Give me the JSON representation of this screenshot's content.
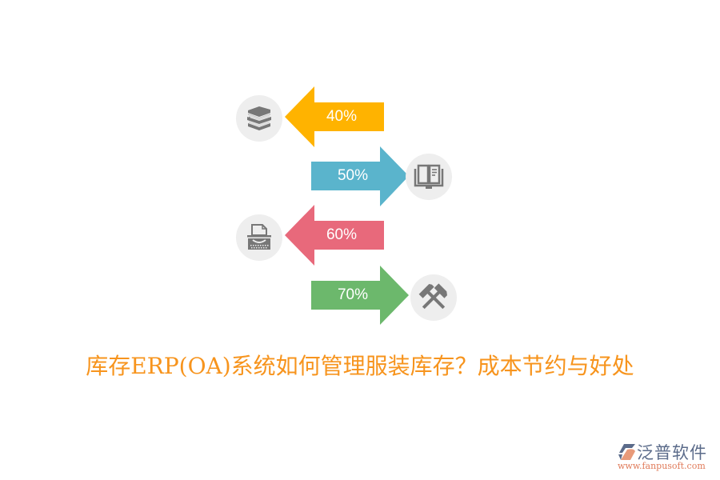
{
  "diagram": {
    "items": [
      {
        "label": "40%",
        "direction": "left",
        "color": "#ffb300",
        "icon": "books-icon"
      },
      {
        "label": "50%",
        "direction": "right",
        "color": "#5ab4cc",
        "icon": "open-book-icon"
      },
      {
        "label": "60%",
        "direction": "left",
        "color": "#e8697b",
        "icon": "typewriter-icon"
      },
      {
        "label": "70%",
        "direction": "right",
        "color": "#6cb86c",
        "icon": "hammers-icon"
      }
    ],
    "icon_circle_color": "#eeeeee",
    "icon_color": "#777777"
  },
  "title": "库存ERP(OA)系统如何管理服装库存？成本节约与好处",
  "title_color": "#f7941d",
  "logo": {
    "name": "泛普软件",
    "url": "www.fanpusoft.com"
  }
}
